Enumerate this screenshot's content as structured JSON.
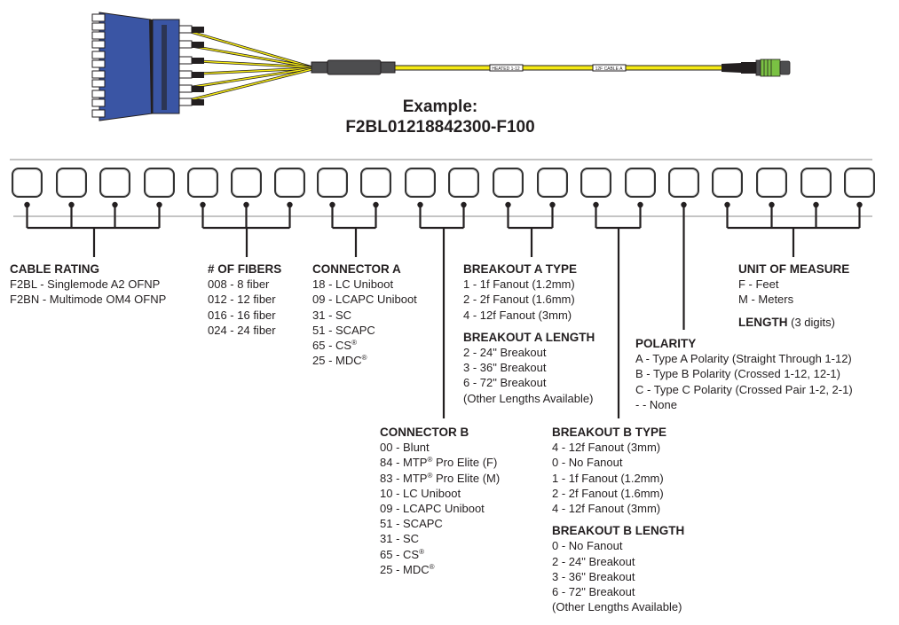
{
  "example": {
    "label": "Example:",
    "part_number": "F2BL01218842300-F100",
    "cable_labels": [
      "HEATED 1-12",
      "12F CABLE A"
    ]
  },
  "part_number_slots": 20,
  "groups": {
    "cable_rating": {
      "title": "CABLE RATING",
      "items": [
        "F2BL - Singlemode A2 OFNP",
        "F2BN - Multimode OM4 OFNP"
      ]
    },
    "fibers": {
      "title": "# OF FIBERS",
      "items": [
        "008 - 8 fiber",
        "012 - 12 fiber",
        "016 - 16 fiber",
        "024 - 24 fiber"
      ]
    },
    "connector_a": {
      "title": "CONNECTOR A",
      "items": [
        "18 - LC Uniboot",
        "09 - LCAPC Uniboot",
        "31 - SC",
        "51 - SCAPC",
        "65 - CS®",
        "25 - MDC®"
      ]
    },
    "breakout_a_type": {
      "title": "BREAKOUT A TYPE",
      "items": [
        "1 - 1f Fanout (1.2mm)",
        "2 - 2f Fanout (1.6mm)",
        "4 - 12f Fanout (3mm)"
      ]
    },
    "breakout_a_length": {
      "title": "BREAKOUT A LENGTH",
      "items": [
        "2 - 24\" Breakout",
        "3 - 36\" Breakout",
        "6 - 72\" Breakout",
        "(Other Lengths Available)"
      ]
    },
    "connector_b": {
      "title": "CONNECTOR B",
      "items": [
        "00 - Blunt",
        "84 - MTP® Pro Elite (F)",
        "83 - MTP® Pro Elite (M)",
        "10 - LC Uniboot",
        "09 - LCAPC Uniboot",
        "51 - SCAPC",
        "31 - SC",
        "65 - CS®",
        "25 - MDC®"
      ]
    },
    "breakout_b_type": {
      "title": "BREAKOUT B TYPE",
      "items": [
        "4 - 12f Fanout (3mm)",
        "0 - No Fanout",
        "1 - 1f Fanout (1.2mm)",
        "2 - 2f Fanout (1.6mm)",
        "4 - 12f Fanout (3mm)"
      ]
    },
    "breakout_b_length": {
      "title": "BREAKOUT B LENGTH",
      "items": [
        "0 - No Fanout",
        "2 - 24\" Breakout",
        "3 - 36\" Breakout",
        "6 - 72\" Breakout",
        "(Other Lengths Available)"
      ]
    },
    "polarity": {
      "title": "POLARITY",
      "items": [
        "A - Type A Polarity (Straight Through 1-12)",
        "B - Type B Polarity (Crossed 1-12, 12-1)",
        "C - Type C Polarity (Crossed Pair 1-2, 2-1)",
        "- - None"
      ]
    },
    "unit_of_measure": {
      "title": "UNIT OF MEASURE",
      "items": [
        "F - Feet",
        "M - Meters"
      ]
    },
    "length": {
      "title": "LENGTH",
      "note": "(3 digits)"
    }
  },
  "colors": {
    "connector_blue": "#3a55a4",
    "fiber_yellow": "#f5ea14",
    "mtp_green": "#7ac143",
    "furcation_gray": "#4d4d4f",
    "line_dark": "#231f20",
    "rule_gray": "#8a8a8a"
  }
}
